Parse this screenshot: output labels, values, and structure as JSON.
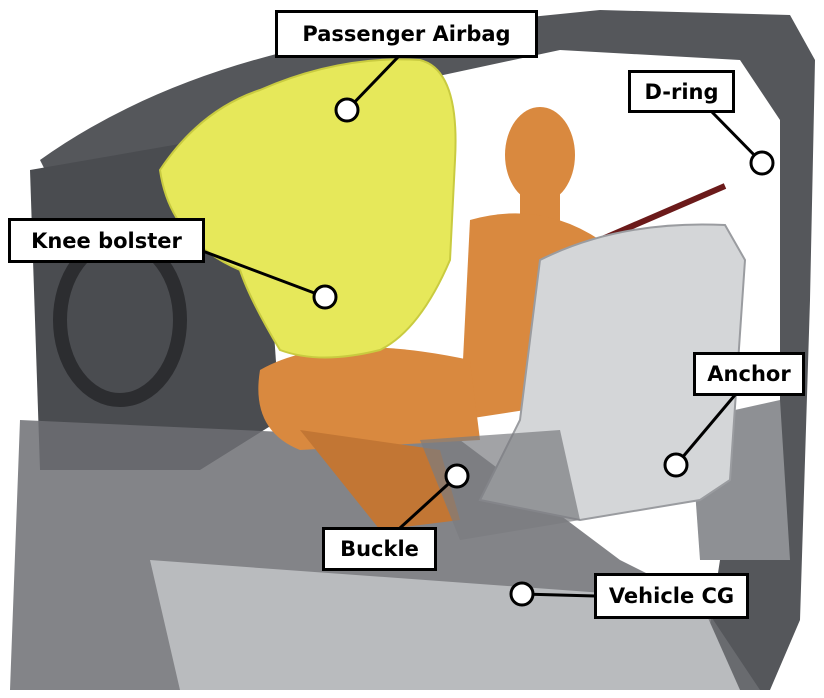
{
  "labels": {
    "passenger_airbag": "Passenger Airbag",
    "d_ring": "D-ring",
    "knee_bolster": "Knee bolster",
    "anchor": "Anchor",
    "buckle": "Buckle",
    "vehicle_cg": "Vehicle CG"
  },
  "colors": {
    "airbag": "#e6e85a",
    "dummy": "#d9893f",
    "seat": "#d4d6d8",
    "body": "#5a5c60",
    "floor": "#b9bbbe"
  }
}
